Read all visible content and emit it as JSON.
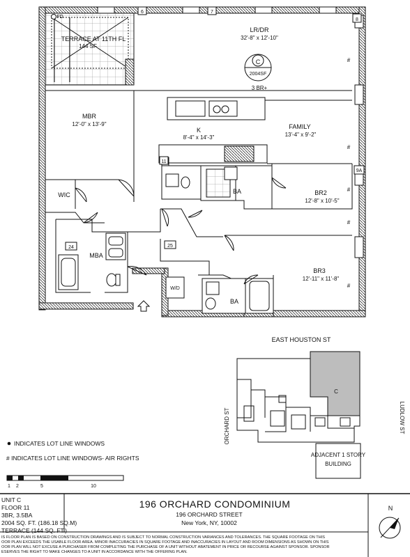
{
  "rooms": {
    "terrace": {
      "name": "TERRACE AT 11TH FL",
      "area": "144 SF"
    },
    "lrdr": {
      "name": "LR/DR",
      "dims": "32'-8\" x 12'-10\""
    },
    "unit_badge": {
      "letter": "C",
      "area": "2004SF",
      "bedrooms": "3 BR+"
    },
    "mbr": {
      "name": "MBR",
      "dims": "12'-0\" x 13'-9\""
    },
    "kitchen": {
      "name": "K",
      "dims": "8'-4\" x 14'-3\""
    },
    "family": {
      "name": "FAMILY",
      "dims": "13'-4\" x 9'-2\""
    },
    "br2": {
      "name": "BR2",
      "dims": "12'-8\" x 10'-5\""
    },
    "br3": {
      "name": "BR3",
      "dims": "12'-11\" x 11'-8\""
    },
    "wic": {
      "name": "WIC"
    },
    "mba": {
      "name": "MBA"
    },
    "ba1": {
      "name": "BA"
    },
    "ba2": {
      "name": "BA"
    },
    "wd": {
      "name": "W/D"
    }
  },
  "markers": {
    "fd": "FD",
    "w6": "6",
    "w7": "7",
    "w8": "8",
    "w9a": "9A",
    "c11": "11",
    "c24": "24",
    "c25": "25",
    "hash": "#"
  },
  "site_plan": {
    "street_top": "EAST HOUSTON ST",
    "street_left": "ORCHARD ST",
    "street_right": "LUDLOW ST",
    "unit_label": "C",
    "adjacent": [
      "ADJACENT 1 STORY",
      "BUILDING"
    ]
  },
  "legend": {
    "dot_text": "INDICATES LOT LINE WINDOWS",
    "hash_text": "# INDICATES LOT LINE WINDOWS- AIR RIGHTS"
  },
  "scale": {
    "labels": [
      "1",
      "2",
      "5",
      "10"
    ]
  },
  "title_block": {
    "unit": "UNIT C",
    "floor": "FLOOR 11",
    "beds": "3BR, 3.5BA",
    "sqft": "2004 SQ. FT. (186.18 SQ.M)",
    "terrace": "TERRACE (144 SQ. FT.)",
    "building": "196 ORCHARD CONDOMINIUM",
    "street": "196 ORCHARD STREET",
    "city": "New York, NY, 10002",
    "north": "N",
    "disclaimer": [
      "IS FLOOR PLAN IS BASED ON CONSTRUCTION DRAWINGS AND IS SUBJECT TO NORMAL CONSTRUCTION VARIANCES AND TOLERANCES. THE SQUARE FOOTAGE ON THIS",
      "OOR PLAN EXCEEDS THE USABLE FLOOR AREA. MINOR INACCURACIES IN SQUARE FOOTAGE AND INACCURACIES IN LAYOUT AND ROOM DIMENSIONS AS SHOWN ON THIS",
      "OOR PLAN WILL NOT EXCUSE A PURCHASER FROM COMPLETING THE PURCHASE OF A UNIT WITHOUT ABATEMENT IN PRICE OR RECOURSE AGAINST SPONSOR. SPONSOR",
      "ESERVES THE RIGHT TO MAKE CHANGES TO A UNIT IN ACCORDANCE WITH THE OFFERING PLAN."
    ]
  }
}
